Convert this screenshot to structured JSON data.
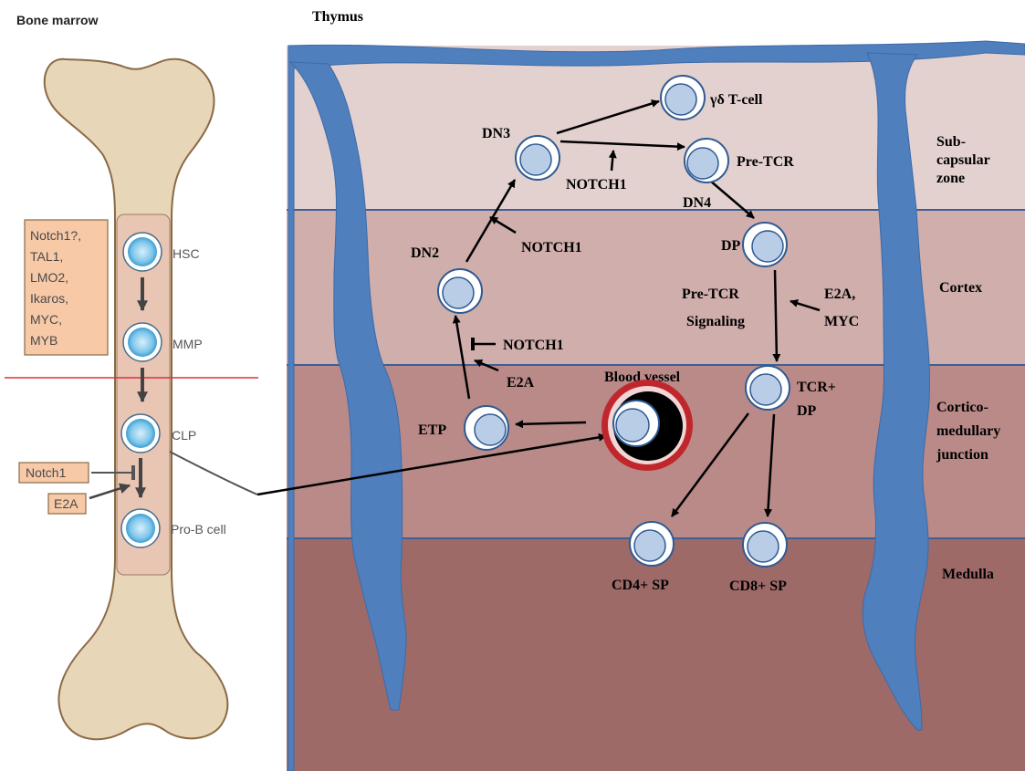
{
  "bone_marrow": {
    "title": "Bone marrow",
    "factor_box": [
      "Notch1?,",
      "TAL1,",
      "LMO2,",
      "Ikaros,",
      "MYC,",
      "MYB"
    ],
    "cells": {
      "hsc": "HSC",
      "mmp": "MMP",
      "clp": "CLP",
      "prob": "Pro-B cell"
    },
    "notch1": "Notch1",
    "e2a": "E2A"
  },
  "thymus": {
    "title": "Thymus",
    "zones": {
      "subcapsular": [
        "Sub-",
        "capsular",
        "zone"
      ],
      "cortex": "Cortex",
      "cmj": [
        "Cortico-",
        "medullary",
        "junction"
      ],
      "medulla": "Medulla"
    },
    "cells": {
      "gd": "γδ T-cell",
      "dn3": "DN3",
      "pretcr": "Pre-TCR",
      "dn4": "DN4",
      "dn2": "DN2",
      "dp": "DP",
      "tcrdp": [
        "TCR+",
        "DP"
      ],
      "etp": "ETP",
      "blood_vessel": "Blood vessel",
      "cd4": "CD4+ SP",
      "cd8": "CD8+ SP"
    },
    "regulators": {
      "notch1_a": "NOTCH1",
      "notch1_b": "NOTCH1",
      "notch1_c": "NOTCH1",
      "e2a": "E2A",
      "pretcr_signaling": [
        "Pre-TCR",
        "Signaling"
      ],
      "e2a_myc": [
        "E2A,",
        "MYC"
      ]
    }
  },
  "colors": {
    "subcapsular": "#e3d1cf",
    "cortex": "#cfaeac",
    "cmj": "#b98a88",
    "medulla": "#9e6a68",
    "vessel_blue": "#4f7fbd",
    "cell_fill": "#b9cde6",
    "cell_ring": "#2f5a92",
    "blood_red": "#c0272d",
    "bone": "#e8d6b9",
    "marrow": "#e8c4b2",
    "factor_box": "#f7c9a7"
  }
}
